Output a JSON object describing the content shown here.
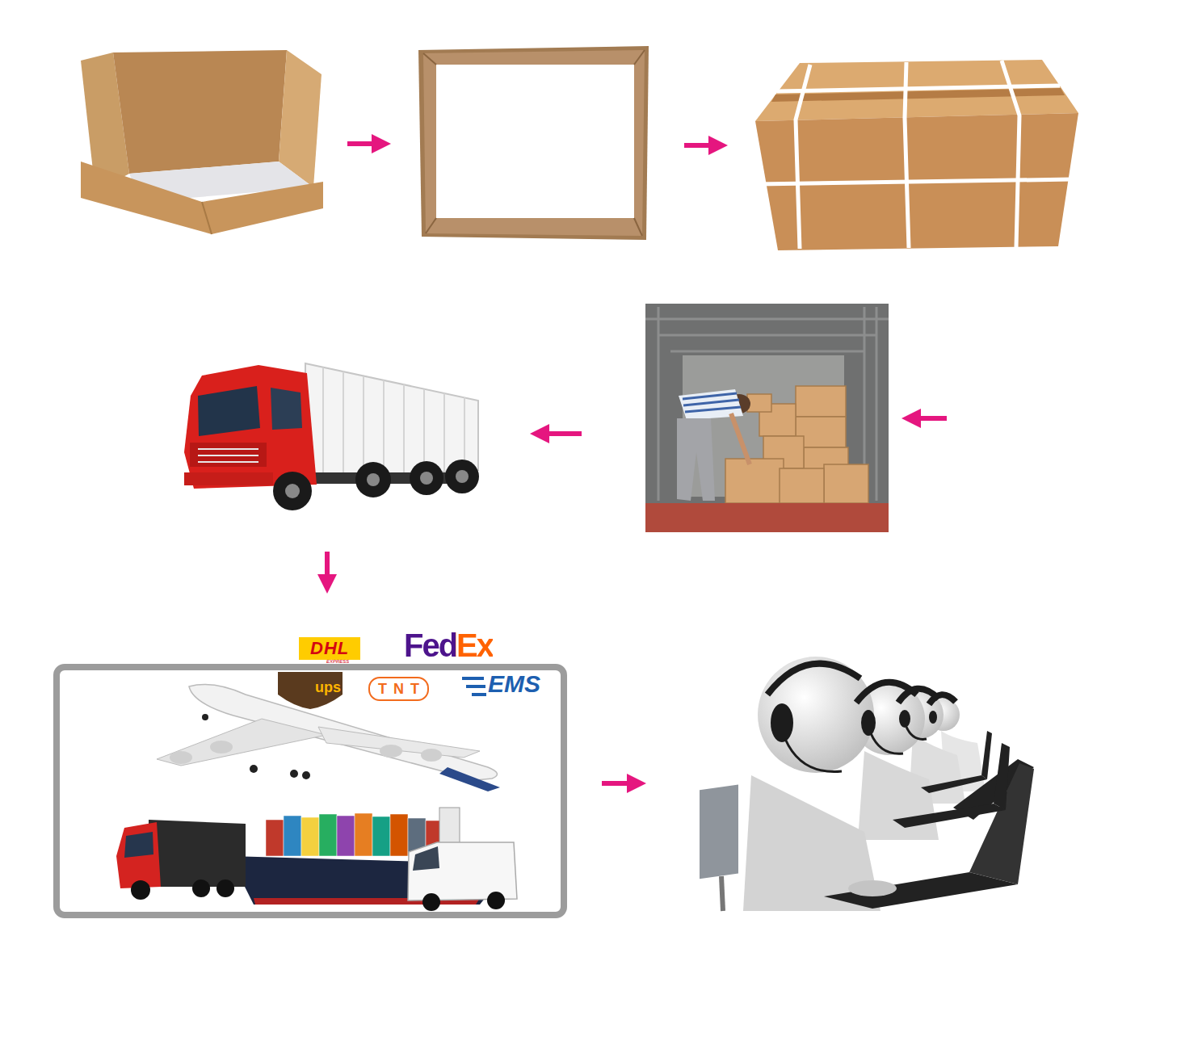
{
  "diagram": {
    "nodes": [
      {
        "text": [
          "DHL",
          "EXPRESS",
          "FedEx",
          "ups",
          "TNT",
          "EMS"
        ]
      }
    ]
  }
}
